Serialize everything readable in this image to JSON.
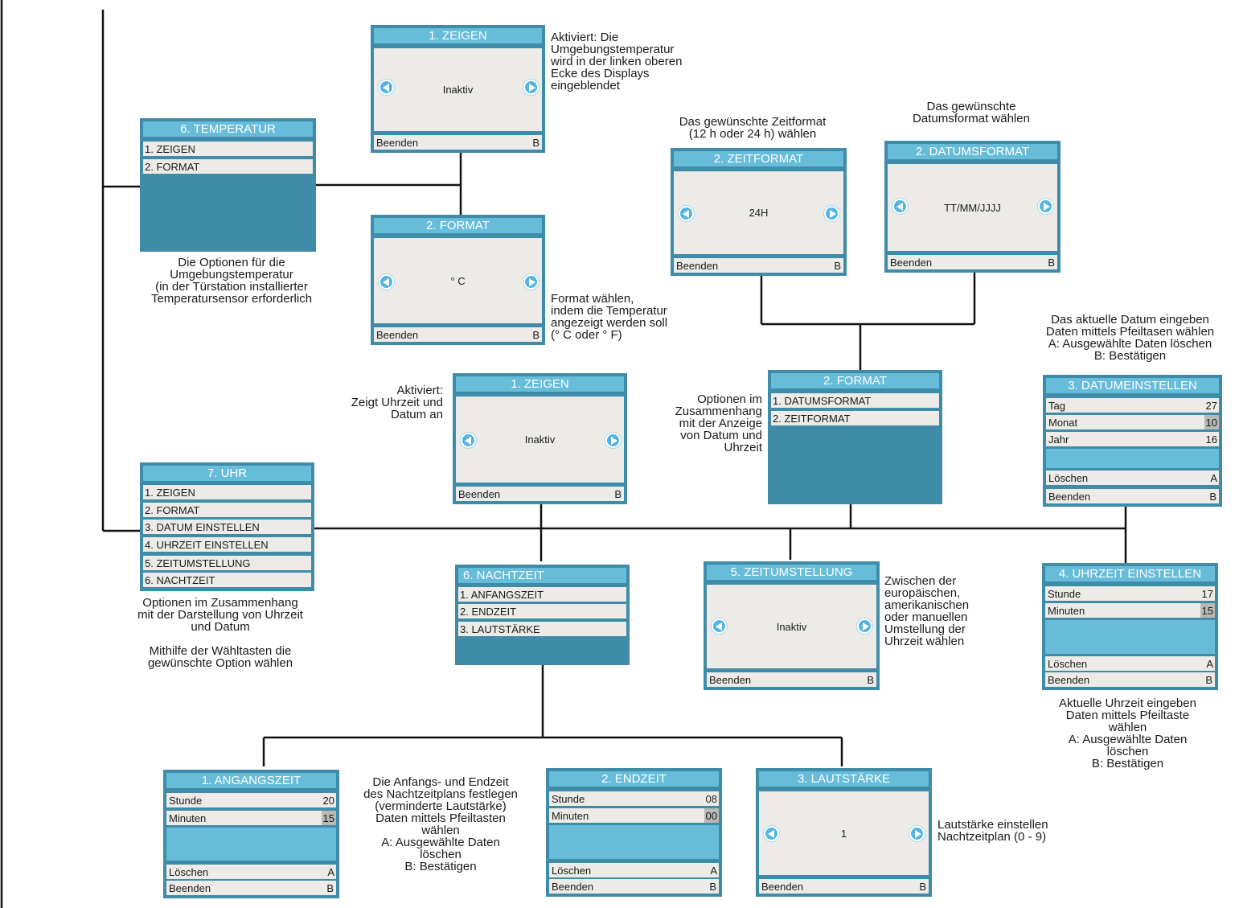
{
  "temperature_menu": {
    "title": "6. TEMPERATUR",
    "items": [
      "1. ZEIGEN",
      "2. FORMAT"
    ],
    "caption": "Die Optionen für die\nUmgebungstemperatur\n(in der Türstation installierter\nTemperatursensor erforderlich"
  },
  "temp_show": {
    "title": "1. ZEIGEN",
    "value": "Inaktiv",
    "footer_label": "Beenden",
    "footer_key": "B",
    "note": "Aktiviert: Die\nUmgebungstemperatur\nwird in der linken oberen\nEcke des Displays\neingeblendet"
  },
  "temp_format": {
    "title": "2. FORMAT",
    "value": "° C",
    "footer_label": "Beenden",
    "footer_key": "B",
    "note": "Format wählen,\nindem die Temperatur\nangezeigt werden soll\n(° C oder ° F)"
  },
  "time_format": {
    "note": "Das gewünschte Zeitformat\n(12 h oder 24 h) wählen",
    "title": "2. ZEITFORMAT",
    "value": "24H",
    "footer_label": "Beenden",
    "footer_key": "B"
  },
  "date_format": {
    "note": "Das gewünschte\nDatumsformat wählen",
    "title": "2. DATUMSFORMAT",
    "value": "TT/MM/JJJJ",
    "footer_label": "Beenden",
    "footer_key": "B"
  },
  "format_menu": {
    "title": "2. FORMAT",
    "items": [
      "1. DATUMSFORMAT",
      "2. ZEITFORMAT"
    ],
    "note": "Optionen im\nZusammenhang\nmit der Anzeige\nvon Datum und\nUhrzeit"
  },
  "clock_show": {
    "note": "Aktiviert:\nZeigt Uhrzeit und\nDatum an",
    "title": "1. ZEIGEN",
    "value": "Inaktiv",
    "footer_label": "Beenden",
    "footer_key": "B"
  },
  "date_set": {
    "note": "Das aktuelle Datum eingeben\nDaten mittels Pfeiltasen wählen\nA: Ausgewählte Daten löschen\nB: Bestätigen",
    "title": "3. DATUMEINSTELLEN",
    "rows": [
      {
        "label": "Tag",
        "value": "27"
      },
      {
        "label": "Monat",
        "value": "10"
      },
      {
        "label": "Jahr",
        "value": "16"
      }
    ],
    "clear_label": "Löschen",
    "clear_key": "A",
    "exit_label": "Beenden",
    "exit_key": "B"
  },
  "clock_menu": {
    "title": "7. UHR",
    "items": [
      "1. ZEIGEN",
      "2. FORMAT",
      "3. DATUM EINSTELLEN",
      "4. UHRZEIT EINSTELLEN",
      "5. ZEITUMSTELLUNG",
      "6. NACHTZEIT"
    ],
    "caption": "Optionen im Zusammenhang\nmit der Darstellung von Uhrzeit\nund Datum\n\nMithilfe der Wähltasten die\ngewünschte Option wählen"
  },
  "night_menu": {
    "title": "6. NACHTZEIT",
    "items": [
      "1. ANFANGSZEIT",
      "2. ENDZEIT",
      "3. LAUTSTÄRKE"
    ]
  },
  "dst": {
    "title": "5. ZEITUMSTELLUNG",
    "value": "Inaktiv",
    "footer_label": "Beenden",
    "footer_key": "B",
    "note": "Zwischen der\neuropäischen,\namerikanischen\noder manuellen\nUmstellung der\nUhrzeit wählen"
  },
  "time_set": {
    "title": "4. UHRZEIT EINSTELLEN",
    "rows": [
      {
        "label": "Stunde",
        "value": "17"
      },
      {
        "label": "Minuten",
        "value": "15"
      }
    ],
    "clear_label": "Löschen",
    "clear_key": "A",
    "exit_label": "Beenden",
    "exit_key": "B",
    "note": "Aktuelle Uhrzeit eingeben\nDaten mittels Pfeiltaste\nwählen\nA: Ausgewählte Daten\nlöschen\nB: Bestätigen"
  },
  "start_time": {
    "title": "1. ANGANGSZEIT",
    "rows": [
      {
        "label": "Stunde",
        "value": "20"
      },
      {
        "label": "Minuten",
        "value": "15"
      }
    ],
    "clear_label": "Löschen",
    "clear_key": "A",
    "exit_label": "Beenden",
    "exit_key": "B"
  },
  "night_note": "Die Anfangs- und Endzeit\ndes Nachtzeitplans festlegen\n(verminderte Lautstärke)\nDaten mittels Pfeiltasten\nwählen\nA: Ausgewählte Daten\nlöschen\nB: Bestätigen",
  "end_time": {
    "title": "2. ENDZEIT",
    "rows": [
      {
        "label": "Stunde",
        "value": "08"
      },
      {
        "label": "Minuten",
        "value": "00"
      }
    ],
    "clear_label": "Löschen",
    "clear_key": "A",
    "exit_label": "Beenden",
    "exit_key": "B"
  },
  "volume": {
    "title": "3. LAUTSTÄRKE",
    "value": "1",
    "footer_label": "Beenden",
    "footer_key": "B",
    "note": "Lautstärke einstellen\nNachtzeitplan (0 - 9)"
  },
  "colors": {
    "screen_frame": "#3f8ca8",
    "title_bar": "#67bcd9",
    "screen_body": "#ecebe7",
    "arrow_button": "#54b5e0",
    "selected_value": "#b9b8b4"
  }
}
